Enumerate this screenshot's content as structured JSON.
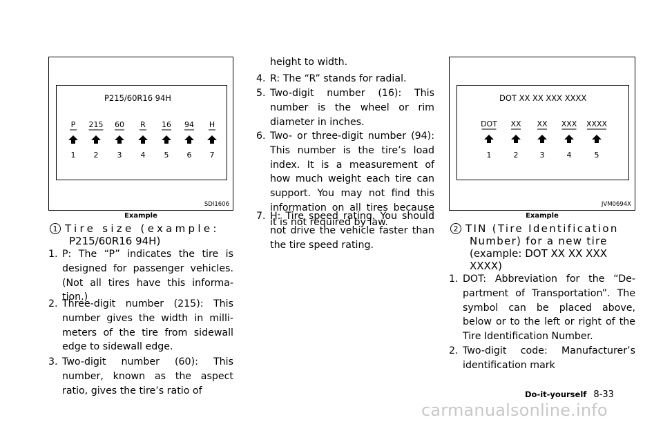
{
  "figure1": {
    "tire_code": "P215/60R16 94H",
    "labels": [
      "P",
      "215",
      "60",
      "R",
      "16",
      "94",
      "H"
    ],
    "numbers": [
      "1",
      "2",
      "3",
      "4",
      "5",
      "6",
      "7"
    ],
    "code": "SDI1606",
    "caption": "Example"
  },
  "figure2": {
    "tin_code": "DOT XX XX XXX XXXX",
    "labels": [
      "DOT",
      "XX",
      "XX",
      "XXX",
      "XXXX"
    ],
    "numbers": [
      "1",
      "2",
      "3",
      "4",
      "5"
    ],
    "code": "JVM0694X",
    "caption": "Example"
  },
  "section1": {
    "number": "1",
    "heading_line1": "Tire  size  (example:",
    "heading_line2": "P215/60R16 94H)",
    "items": [
      {
        "num": "1.",
        "text": "P: The “P” indicates the tire is designed for passenger vehicles. (Not all tires have this informa-tion.)"
      },
      {
        "num": "2.",
        "text": "Three-digit number (215): This number gives the width in milli-meters of the tire from sidewall edge to sidewall edge."
      },
      {
        "num": "3.",
        "text": "Two-digit number (60): This number, known as the aspect ratio, gives the tire’s ratio of"
      }
    ]
  },
  "column2": {
    "continuation": "height to width.",
    "items": [
      {
        "num": "4.",
        "text": "R: The “R” stands for radial."
      },
      {
        "num": "5.",
        "text": "Two-digit number (16): This number is the wheel or rim diameter in inches."
      },
      {
        "num": "6.",
        "text": "Two- or three-digit number (94): This number is the tire’s load index. It is a measurement of how much weight each tire can support. You may not find this information on all tires because it is not required by law."
      },
      {
        "num": "7.",
        "text": "H: Tire speed rating. You should not drive the vehicle faster than the tire speed rating."
      }
    ]
  },
  "section2": {
    "number": "2",
    "heading_line1": "TIN (Tire Identification",
    "heading_line2": "Number) for a new tire",
    "heading_line3": "(example: DOT XX XX XXX",
    "heading_line4": "XXXX)",
    "items": [
      {
        "num": "1.",
        "text": "DOT: Abbreviation for the “De-partment of Transportation”. The symbol can be placed above, below or to the left or right of the Tire Identification Number."
      },
      {
        "num": "2.",
        "text": "Two-digit code: Manufacturer’s identification mark"
      }
    ]
  },
  "footer": {
    "section": "Do-it-yourself",
    "page": "8-33"
  },
  "watermark": "carmanualsonline.info"
}
